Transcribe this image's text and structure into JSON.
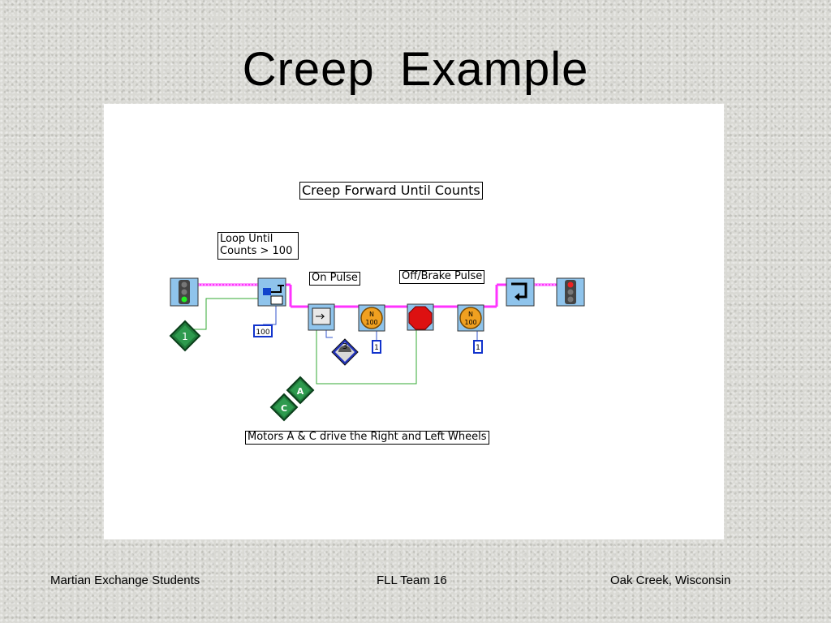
{
  "slide": {
    "title": "Creep  Example"
  },
  "diagram": {
    "heading": "Creep Forward Until Counts",
    "loop_label_line1": "Loop  Until",
    "loop_label_line2": "Counts > 100",
    "on_pulse_label": "On Pulse",
    "off_pulse_label": "Off/Brake Pulse",
    "motors_label": "Motors A & C drive the Right and Left Wheels",
    "loop_count_value": "100",
    "sensor_port": "1",
    "timer_value": "3",
    "motor_power_left": "100",
    "motor_power_right": "100",
    "motor_port_left": "1",
    "motor_port_right": "1",
    "motor_a_letter": "A",
    "motor_c_letter": "C",
    "motor_n_letter": "N"
  },
  "footer": {
    "left": "Martian Exchange Students",
    "center": "FLL Team 16",
    "right": "Oak Creek, Wisconsin"
  }
}
